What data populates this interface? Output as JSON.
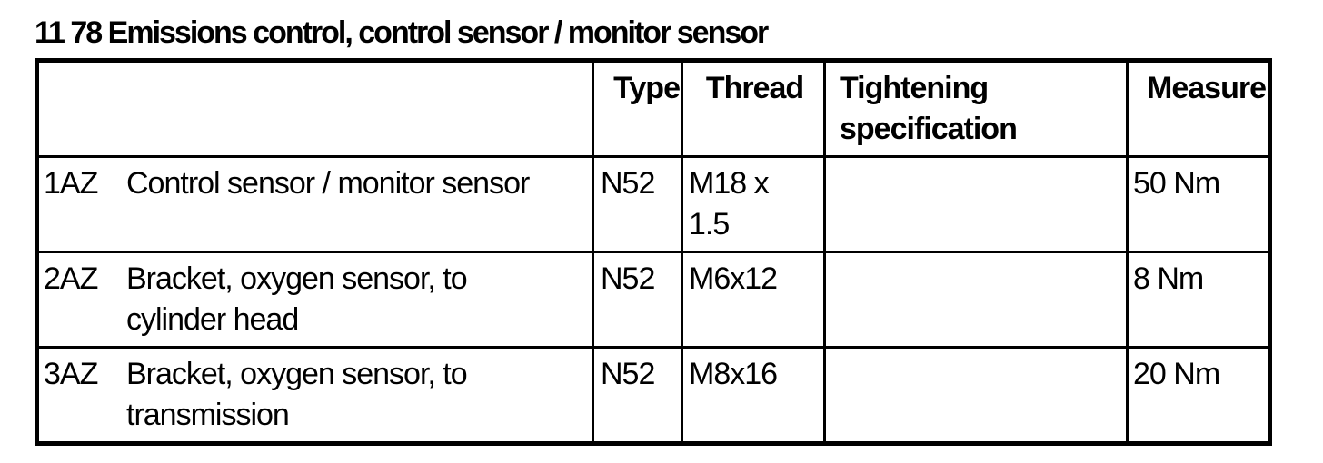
{
  "title": "11 78 Emissions control, control sensor / monitor sensor",
  "table": {
    "headers": {
      "item": "",
      "type": "Type",
      "thread": "Thread",
      "tightening": "Tightening\nspecification",
      "measure": "Measure"
    },
    "rows": [
      {
        "code": "1AZ",
        "description": "Control sensor / monitor sensor",
        "type": "N52",
        "thread": "M18 x\n1.5",
        "tightening": "",
        "measure": "50 Nm"
      },
      {
        "code": "2AZ",
        "description": "Bracket, oxygen sensor, to\ncylinder head",
        "type": "N52",
        "thread": "M6x12",
        "tightening": "",
        "measure": "8 Nm"
      },
      {
        "code": "3AZ",
        "description": "Bracket, oxygen sensor, to\ntransmission",
        "type": "N52",
        "thread": "M8x16",
        "tightening": "",
        "measure": "20 Nm"
      }
    ]
  },
  "colors": {
    "text": "#000000",
    "background": "#ffffff",
    "border": "#000000"
  }
}
